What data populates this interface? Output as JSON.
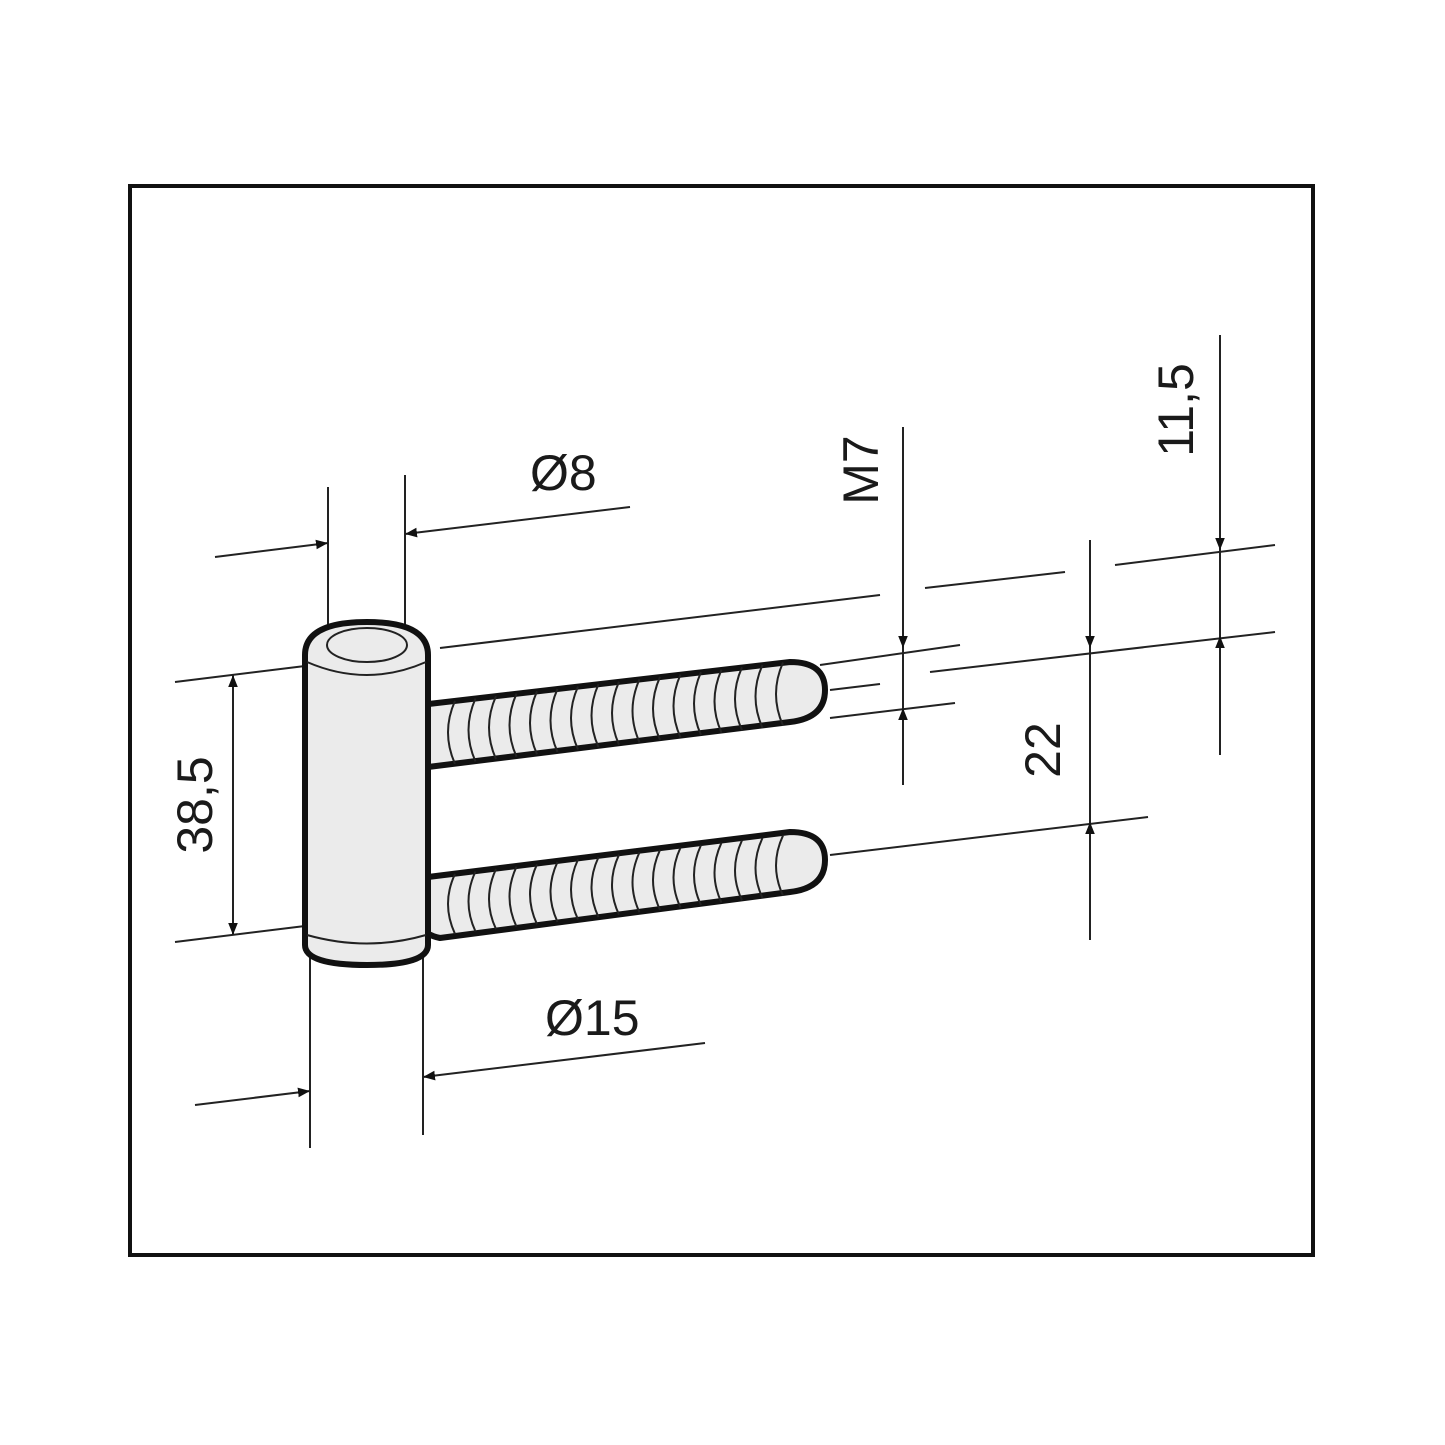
{
  "drawing": {
    "dimensions": {
      "pin_diameter": "Ø8",
      "barrel_diameter": "Ø15",
      "barrel_height": "38,5",
      "thread": "M7",
      "pin_spacing": "22",
      "offset": "11,5"
    },
    "colors": {
      "part_fill": "#ebebeb",
      "line": "#111111",
      "background": "#ffffff"
    }
  }
}
